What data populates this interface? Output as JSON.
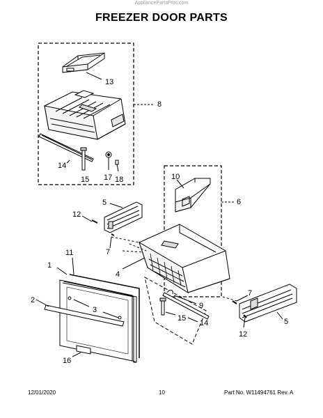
{
  "watermark": "AppliancePartsPros.com",
  "title": "FREEZER DOOR PARTS",
  "footer": {
    "date": "12/01/2020",
    "page": "10",
    "part_number": "Part No. W11494761  Rev. A"
  },
  "callouts": {
    "c1": "1",
    "c2": "2",
    "c3": "3",
    "c4": "4",
    "c5a": "5",
    "c5b": "5",
    "c6": "6",
    "c7a": "7",
    "c7b": "7",
    "c8": "8",
    "c9": "9",
    "c10": "10",
    "c11": "11",
    "c12a": "12",
    "c12b": "12",
    "c13": "13",
    "c14a": "14",
    "c14b": "14",
    "c15a": "15",
    "c15b": "15",
    "c16": "16",
    "c17": "17",
    "c18": "18"
  }
}
